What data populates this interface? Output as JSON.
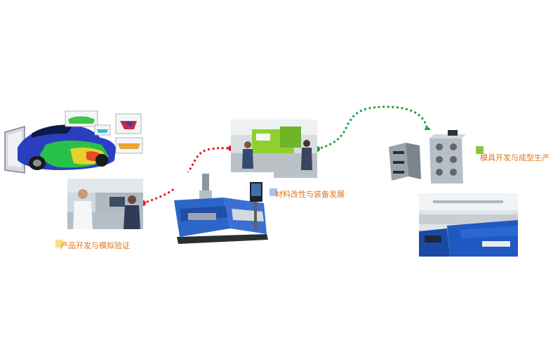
{
  "stages": [
    {
      "label": "产品开发与模拟验证",
      "swatch_color": "#f5df8a"
    },
    {
      "label": "材料改性与装备发展",
      "swatch_color": "#a7c4e8"
    },
    {
      "label": "模具开发与成型生产",
      "swatch_color": "#8cc63e"
    }
  ],
  "connectors": [
    {
      "color": "#e8161c"
    },
    {
      "color": "#1aa23a"
    }
  ],
  "accent_label_color": "#e0761c"
}
